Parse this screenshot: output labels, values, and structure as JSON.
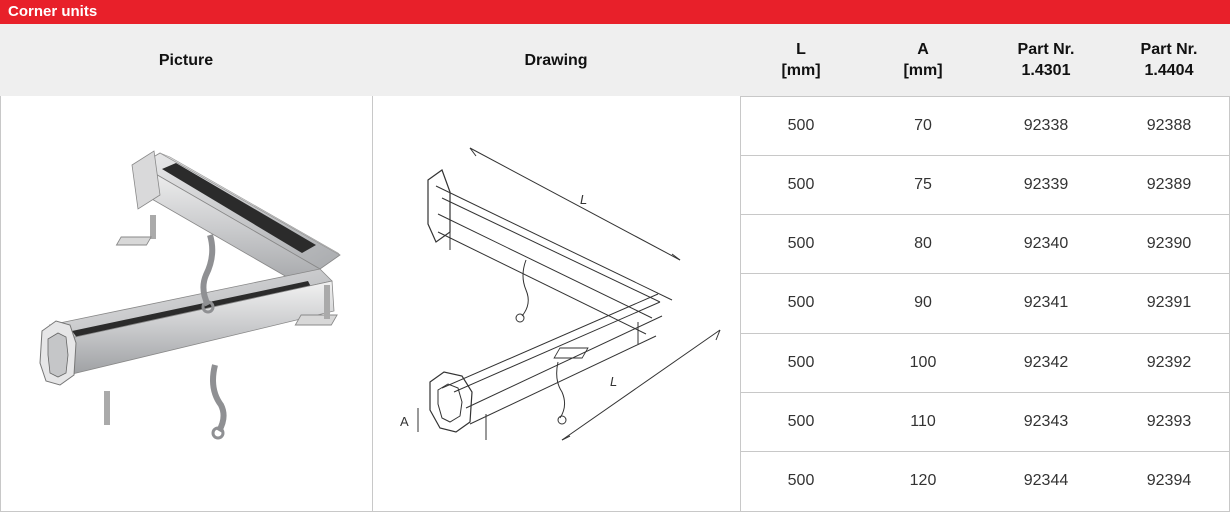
{
  "title": "Corner units",
  "headers": {
    "picture": "Picture",
    "drawing": "Drawing",
    "l_line1": "L",
    "l_line2": "[mm]",
    "a_line1": "A",
    "a_line2": "[mm]",
    "p1_line1": "Part Nr.",
    "p1_line2": "1.4301",
    "p2_line1": "Part Nr.",
    "p2_line2": "1.4404"
  },
  "drawing_labels": {
    "l_top": "L",
    "l_bottom": "L",
    "a": "A"
  },
  "rows": [
    {
      "l": "500",
      "a": "70",
      "p1": "92338",
      "p2": "92388"
    },
    {
      "l": "500",
      "a": "75",
      "p1": "92339",
      "p2": "92389"
    },
    {
      "l": "500",
      "a": "80",
      "p1": "92340",
      "p2": "92390"
    },
    {
      "l": "500",
      "a": "90",
      "p1": "92341",
      "p2": "92391"
    },
    {
      "l": "500",
      "a": "100",
      "p1": "92342",
      "p2": "92392"
    },
    {
      "l": "500",
      "a": "110",
      "p1": "92343",
      "p2": "92393"
    },
    {
      "l": "500",
      "a": "120",
      "p1": "92344",
      "p2": "92394"
    }
  ]
}
